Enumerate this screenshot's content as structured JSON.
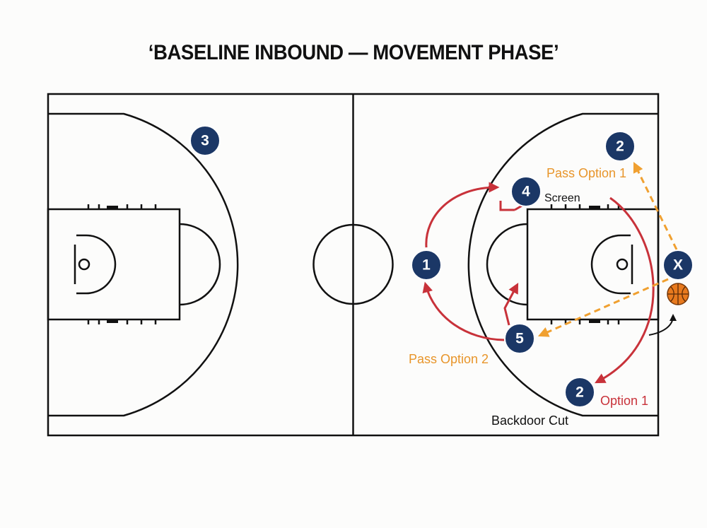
{
  "title": "‘BASELINE INBOUND — MOVEMENT PHASE’",
  "colors": {
    "player": "#1b3766",
    "movement_arrow": "#c8323a",
    "pass_arrow": "#f0a030",
    "pass_label": "#e8952a",
    "option_label": "#c8323a",
    "ball": "#e87a1e"
  },
  "players": [
    {
      "id": "p3",
      "number": "3"
    },
    {
      "id": "p2-top",
      "number": "2"
    },
    {
      "id": "p4",
      "number": "4"
    },
    {
      "id": "p1",
      "number": "1"
    },
    {
      "id": "pX",
      "number": "X"
    },
    {
      "id": "p5",
      "number": "5"
    },
    {
      "id": "p2-bottom",
      "number": "2"
    }
  ],
  "labels": {
    "pass_option_1": "Pass Option 1",
    "screen": "Screen",
    "pass_option_2": "Pass Option 2",
    "option_1": "Option 1",
    "backdoor_cut": "Backdoor Cut"
  },
  "icons": {
    "ball": "basketball-icon"
  }
}
